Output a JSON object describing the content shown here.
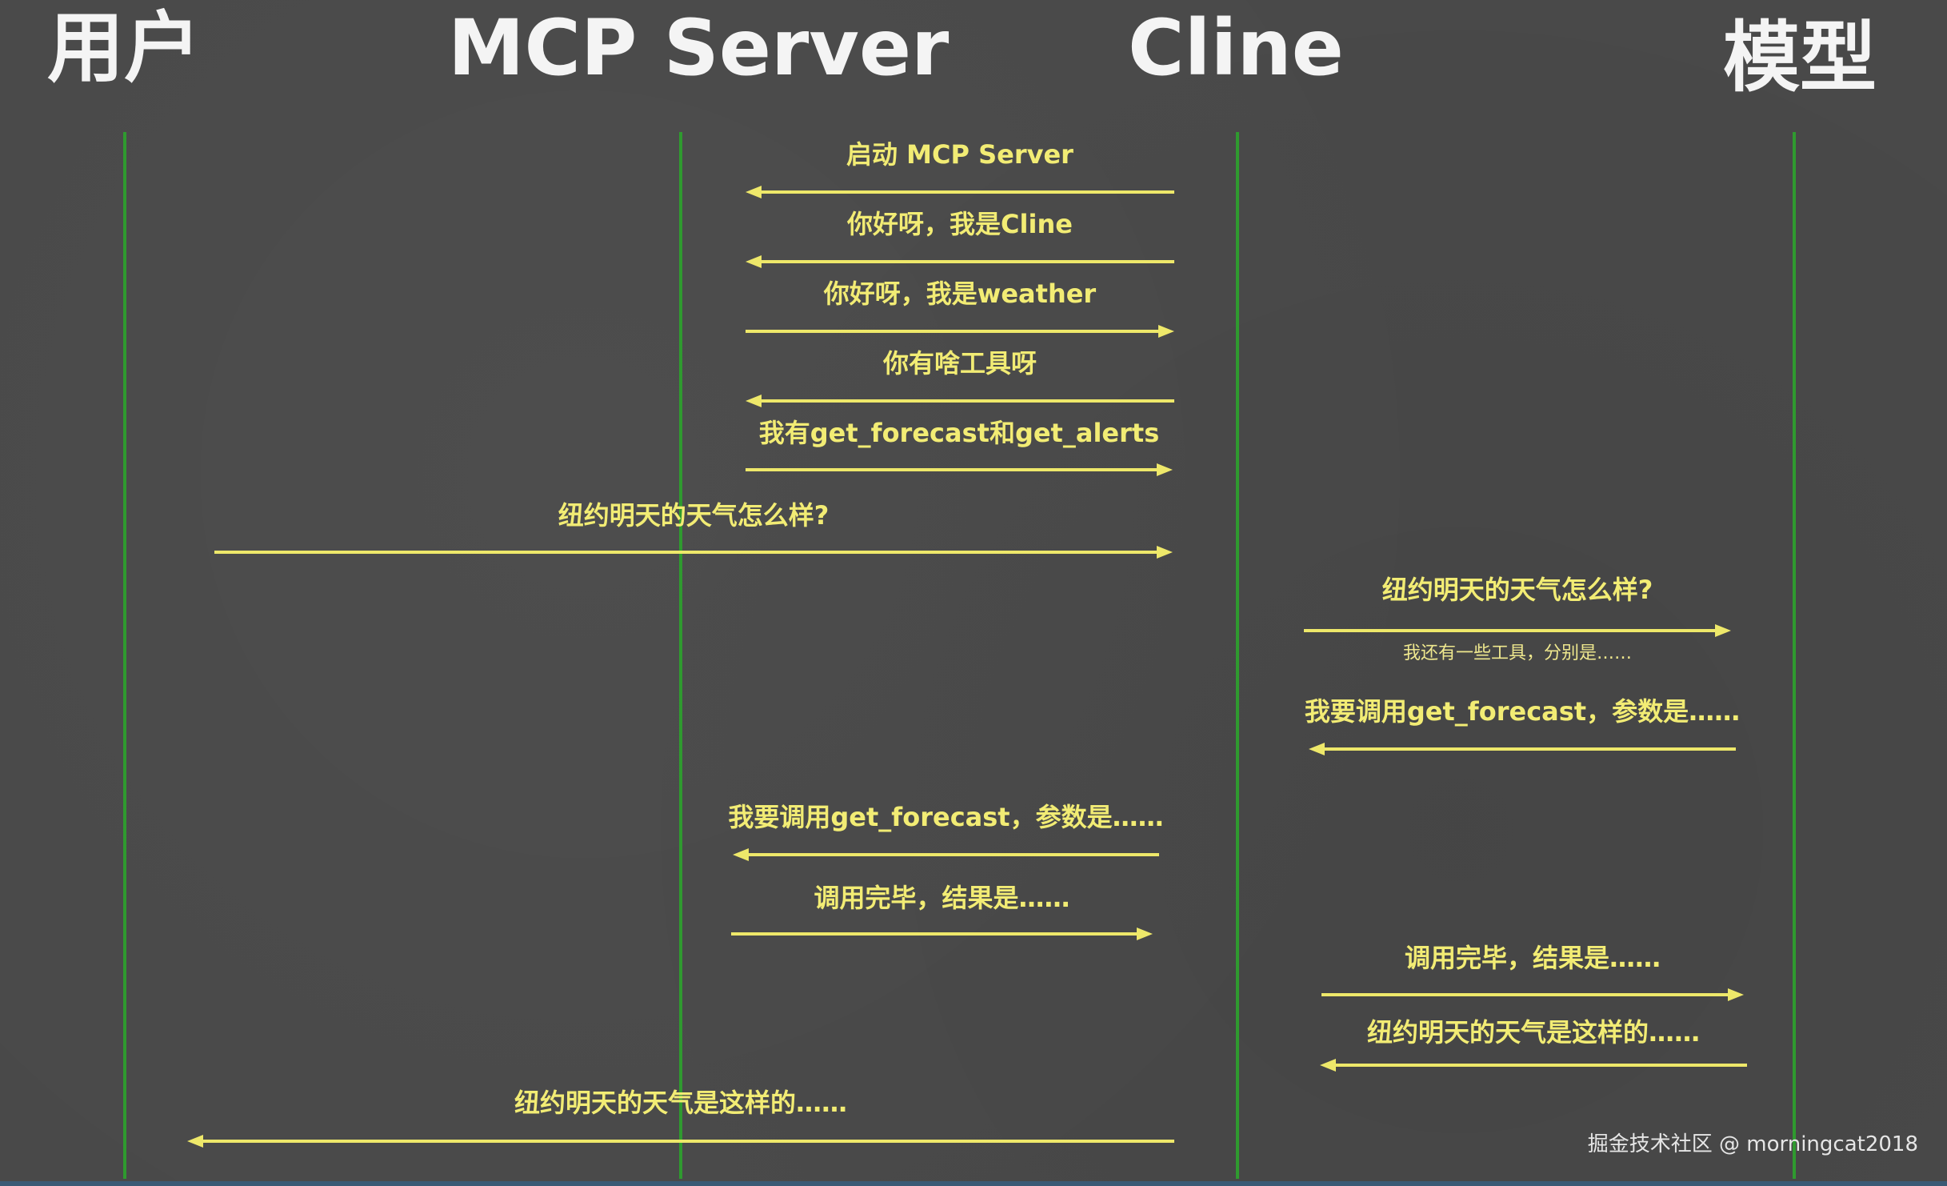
{
  "participants": [
    {
      "label": "用户"
    },
    {
      "label": "MCP Server"
    },
    {
      "label": "Cline"
    },
    {
      "label": "模型"
    }
  ],
  "messages": [
    {
      "label": "启动 MCP Server",
      "from": "Cline",
      "to": "MCP Server"
    },
    {
      "label": "你好呀，我是Cline",
      "from": "Cline",
      "to": "MCP Server"
    },
    {
      "label": "你好呀，我是weather",
      "from": "MCP Server",
      "to": "Cline"
    },
    {
      "label": "你有啥工具呀",
      "from": "Cline",
      "to": "MCP Server"
    },
    {
      "label": "我有get_forecast和get_alerts",
      "from": "MCP Server",
      "to": "Cline"
    },
    {
      "label": "纽约明天的天气怎么样?",
      "from": "用户",
      "to": "Cline"
    },
    {
      "label": "纽约明天的天气怎么样?",
      "from": "Cline",
      "to": "模型",
      "note": "我还有一些工具，分别是……"
    },
    {
      "label": "我要调用get_forecast，参数是……",
      "from": "模型",
      "to": "Cline"
    },
    {
      "label": "我要调用get_forecast，参数是……",
      "from": "Cline",
      "to": "MCP Server"
    },
    {
      "label": "调用完毕，结果是……",
      "from": "MCP Server",
      "to": "Cline"
    },
    {
      "label": "调用完毕，结果是……",
      "from": "Cline",
      "to": "模型"
    },
    {
      "label": "纽约明天的天气是这样的……",
      "from": "模型",
      "to": "Cline"
    },
    {
      "label": "纽约明天的天气是这样的……",
      "from": "Cline",
      "to": "用户"
    }
  ],
  "watermark": "掘金技术社区 @ morningcat2018",
  "colors": {
    "background": "#494949",
    "lifeline": "#2f9a2f",
    "arrow": "#eee86a",
    "label": "#f2ec74",
    "header": "#f4f4f4"
  }
}
